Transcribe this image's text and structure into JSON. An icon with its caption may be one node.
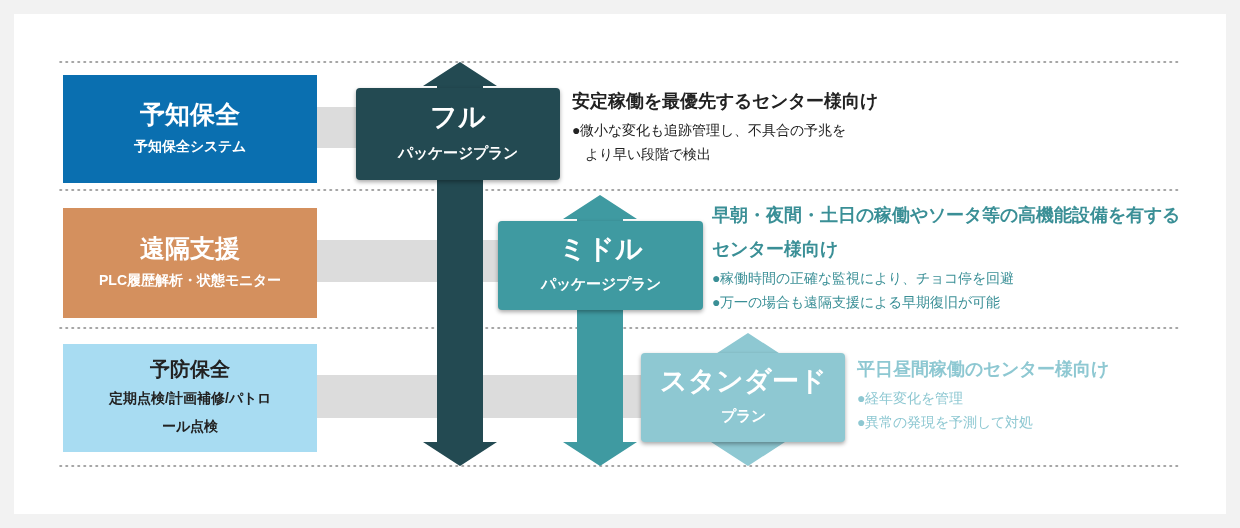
{
  "diagram": {
    "nodes": [
      {
        "text": [
          "予知保全",
          "予知保全システム"
        ]
      },
      {
        "text": [
          "遠隔支援",
          "PLC履歴解析・状態モニター"
        ]
      },
      {
        "text": [
          "予防保全",
          "定期点検/計画補修/パトロール点検"
        ]
      },
      {
        "text": [
          "フル",
          "パッケージプラン"
        ],
        "beside": [
          "安定稼働を最優先するセンター様向け",
          "●微小な変化も追跡管理し、不具合の予兆をより早い段階で検出"
        ]
      },
      {
        "text": [
          "ミドル",
          "パッケージプラン"
        ],
        "beside": [
          "早朝・夜間・土日の稼働やソータ等の高機能設備を有するセンター様向け",
          "●稼働時間の正確な監視により、チョコ停を回避",
          "●万一の場合も遠隔支援による早期復旧が可能"
        ]
      },
      {
        "text": [
          "スタンダード",
          "プラン"
        ],
        "beside": [
          "平日昼間稼働のセンター様向け",
          "●経年変化を管理",
          "●異常の発現を予測して対処"
        ]
      }
    ]
  }
}
